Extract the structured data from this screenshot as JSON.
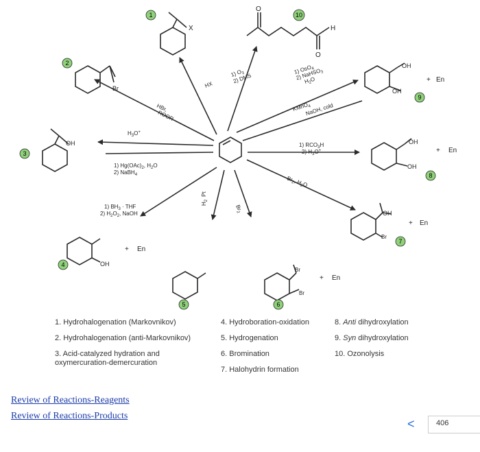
{
  "reagents": {
    "hx": "HX",
    "ozone_1": "1) O",
    "ozone_1_sub": "3",
    "ozone_2": "2) DMS",
    "oso4_1": "1) OsO",
    "oso4_1_sub": "4",
    "oso4_2": "2) NaHSO",
    "oso4_2_sub": "3",
    "oso4_3": "H",
    "oso4_3_sub": "2",
    "oso4_3_end": "O",
    "kmno4_1": "KMnO",
    "kmno4_1_sub": "4",
    "kmno4_2": "NaOH, cold",
    "hbr_1": "HBr,",
    "hbr_2": "ROOR",
    "h3o": "H",
    "h3o_sub": "3",
    "h3o_end": "O",
    "h3o_sup": "+",
    "rco3h_1": "1) RCO",
    "rco3h_1_sub": "3",
    "rco3h_1_end": "H",
    "rco3h_2": "2) H",
    "rco3h_2_sub": "3",
    "rco3h_2_end": "O",
    "rco3h_2_sup": "+",
    "hg_1": "1) Hg(OAc)",
    "hg_1_sub": "2",
    "hg_1_end": ", H",
    "hg_1_sub2": "2",
    "hg_1_end2": "O",
    "hg_2": "2) NaBH",
    "hg_2_sub": "4",
    "halo": "Br",
    "halo_sub": "2",
    "halo_end": ", H",
    "halo_sub2": "2",
    "halo_end2": "O",
    "bh3_1": "1) BH",
    "bh3_1_sub": "3",
    "bh3_1_end": " · THF",
    "bh3_2": "2) H",
    "bh3_2_sub": "2",
    "bh3_2_mid": "O",
    "bh3_2_sub2": "2",
    "bh3_2_end": ", NaOH",
    "h2pt_1": "H",
    "h2pt_1_sub": "2",
    "h2pt_2": "Pt",
    "br2": "Br",
    "br2_sub": "2"
  },
  "atoms": {
    "x": "X",
    "br": "Br",
    "oh": "OH",
    "h": "H",
    "o": "O",
    "en": "En",
    "plus": "+"
  },
  "badges": [
    "1",
    "2",
    "3",
    "4",
    "5",
    "6",
    "7",
    "8",
    "9",
    "10"
  ],
  "legend": {
    "col1": [
      "1. Hydrohalogenation (Markovnikov)",
      "2. Hydrohalogenation (anti-Markovnikov)",
      "3. Acid-catalyzed hydration and oxymercuration-demercuration"
    ],
    "col2": [
      "4. Hydroboration-oxidation",
      "5. Hydrogenation",
      "6. Bromination",
      "7. Halohydrin formation"
    ],
    "col3_8_prefix": "8. ",
    "col3_8_italic": "Anti",
    "col3_8_rest": " dihydroxylation",
    "col3_9_prefix": "9. ",
    "col3_9_italic": "Syn",
    "col3_9_rest": " dihydroxylation",
    "col3_10": "10. Ozonolysis"
  },
  "links": [
    "Review of Reactions-Reagents",
    "Review of Reactions-Products"
  ],
  "pager": {
    "back": "<",
    "page": "406"
  },
  "colors": {
    "badge_green": "#8fd27a",
    "link_blue": "#1a3aa8",
    "ink": "#2a2a2a"
  }
}
